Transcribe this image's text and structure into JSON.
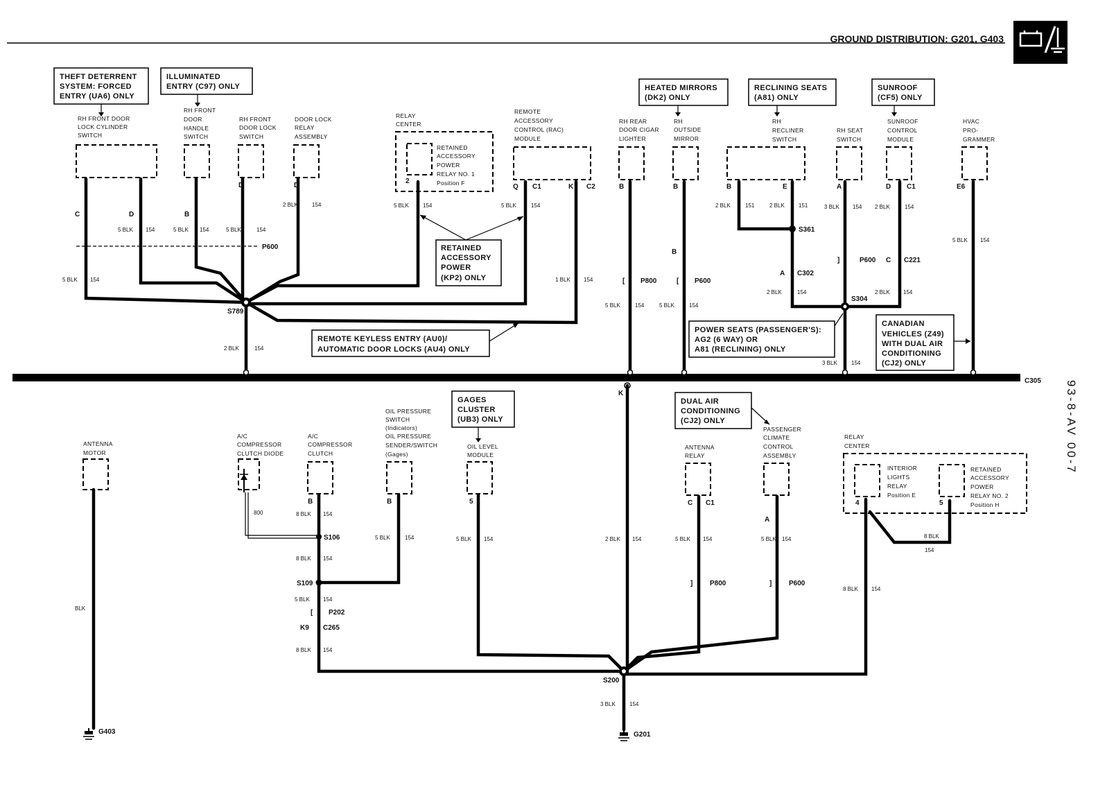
{
  "header": {
    "title": "GROUND DISTRIBUTION: G201, G403",
    "icon": "ground-symbol-icon"
  },
  "side_code": "93-8-AV 00-7",
  "connectors": {
    "c305": "C305",
    "s789": "S789",
    "s200": "S200",
    "s304": "S304",
    "s361": "S361",
    "c302": "C302",
    "c221": "C221",
    "c265": "C265",
    "s106": "S106",
    "s109": "S109",
    "p600_a": "P600",
    "p600_b": "P600",
    "p600_c": "P600",
    "p600_d": "P600",
    "p800_a": "P800",
    "p800_b": "P800",
    "p202": "P202",
    "g403": "G403",
    "g201": "G201"
  },
  "notes": {
    "theft": [
      "THEFT DETERRENT",
      "SYSTEM: FORCED",
      "ENTRY (UA6) ONLY"
    ],
    "illum": [
      "ILLUMINATED",
      "ENTRY (C97) ONLY"
    ],
    "mirrors": [
      "HEATED MIRRORS",
      "(DK2) ONLY"
    ],
    "reclining": [
      "RECLINING SEATS",
      "(A81) ONLY"
    ],
    "sunroof": [
      "SUNROOF",
      "(CF5) ONLY"
    ],
    "retained": [
      "RETAINED",
      "ACCESSORY",
      "POWER",
      "(KP2) ONLY"
    ],
    "keyless": [
      "REMOTE KEYLESS ENTRY (AU0)/",
      "AUTOMATIC DOOR LOCKS (AU4) ONLY"
    ],
    "powerseats": [
      "POWER SEATS (PASSENGER'S):",
      "AG2 (6 WAY) OR",
      "A81 (RECLINING) ONLY"
    ],
    "canadian": [
      "CANADIAN",
      "VEHICLES (Z49)",
      "WITH DUAL AIR",
      "CONDITIONING",
      "(CJ2) ONLY"
    ],
    "gages": [
      "GAGES",
      "CLUSTER",
      "(UB3) ONLY"
    ],
    "dualair": [
      "DUAL AIR",
      "CONDITIONING",
      "(CJ2) ONLY"
    ]
  },
  "components": {
    "lock_cyl": [
      "RH FRONT DOOR",
      "LOCK CYLINDER",
      "SWITCH"
    ],
    "handle": [
      "RH FRONT",
      "DOOR",
      "HANDLE",
      "SWITCH"
    ],
    "lock_sw": [
      "RH FRONT",
      "DOOR LOCK",
      "SWITCH"
    ],
    "lock_relay": [
      "DOOR LOCK",
      "RELAY",
      "ASSEMBLY"
    ],
    "relay_center_top": [
      "RELAY",
      "CENTER"
    ],
    "retained_relay1": [
      "RETAINED",
      "ACCESSORY",
      "POWER",
      "RELAY NO. 1",
      "Position F"
    ],
    "rac": [
      "REMOTE",
      "ACCESSORY",
      "CONTROL (RAC)",
      "MODULE"
    ],
    "cigar": [
      "RH REAR",
      "DOOR CIGAR",
      "LIGHTER"
    ],
    "mirror": [
      "RH",
      "OUTSIDE",
      "MIRROR"
    ],
    "recliner": [
      "RH",
      "RECLINER",
      "SWITCH"
    ],
    "seat_sw": [
      "RH SEAT",
      "SWITCH"
    ],
    "sunroof_mod": [
      "SUNROOF",
      "CONTROL",
      "MODULE"
    ],
    "hvac": [
      "HVAC",
      "PRO-",
      "GRAMMER"
    ],
    "antenna_motor": [
      "ANTENNA",
      "MOTOR"
    ],
    "ac_diode": [
      "A/C",
      "COMPRESSOR",
      "CLUTCH DIODE"
    ],
    "ac_clutch": [
      "A/C",
      "COMPRESSOR",
      "CLUTCH"
    ],
    "oil_pressure": [
      "OIL PRESSURE",
      "SWITCH",
      "(Indicators)",
      "OIL PRESSURE",
      "SENDER/SWITCH",
      "(Gages)"
    ],
    "oil_level": [
      "OIL LEVEL",
      "MODULE"
    ],
    "antenna_relay": [
      "ANTENNA",
      "RELAY"
    ],
    "climate": [
      "PASSENGER",
      "CLIMATE",
      "CONTROL",
      "ASSEMBLY"
    ],
    "relay_center_bot": [
      "RELAY",
      "CENTER"
    ],
    "interior": [
      "INTERIOR",
      "LIGHTS",
      "RELAY",
      "Position E"
    ],
    "retained_relay2": [
      "RETAINED",
      "ACCESSORY",
      "POWER",
      "RELAY NO. 2",
      "Position H"
    ]
  },
  "pins": {
    "lc_c": "C",
    "lc_d": "D",
    "h_b": "B",
    "ls_d": "D",
    "lr_d": "D",
    "rr_2": "2",
    "rac_q": "Q",
    "rac_c1": "C1",
    "rac_k": "K",
    "rac_c2": "C2",
    "cig_b": "B",
    "mir_b_top": "B",
    "mir_b": "B",
    "rec_b": "B",
    "rec_e": "E",
    "c302_a": "A",
    "seat_a": "A",
    "sun_d": "D",
    "sun_c1": "C1",
    "c221_c": "C",
    "hvac_e6": "E6",
    "c305_k": "K",
    "acc_b": "B",
    "op_b": "B",
    "ol_5": "5",
    "ar_c": "C",
    "ar_c1": "C1",
    "cl_a": "A",
    "int_4": "4",
    "ret_5": "5",
    "k9": "K9"
  },
  "wires": [
    "5 BLK",
    "154",
    "5 BLK",
    "154",
    "5 BLK",
    "154",
    "5 BLK",
    "154",
    "2 BLK",
    "154",
    "5 BLK",
    "154",
    "5 BLK",
    "154",
    "1 BLK",
    "154",
    "2 BLK",
    "154",
    "5 BLK",
    "154",
    "5 BLK",
    "154",
    "2 BLK",
    "151",
    "2 BLK",
    "151",
    "3 BLK",
    "154",
    "2 BLK",
    "154",
    "2 BLK",
    "154",
    "2 BLK",
    "154",
    "5 BLK",
    "154",
    "3 BLK",
    "154",
    "BLK",
    "8 BLK",
    "154",
    "8 BLK",
    "154",
    "5 BLK",
    "154",
    "5 BLK",
    "154",
    "8 BLK",
    "154",
    "5 BLK",
    "154",
    "2 BLK",
    "154",
    "5 BLK",
    "154",
    "5 BLK",
    "154",
    "8 BLK",
    "154",
    "8 BLK",
    "154",
    "3 BLK",
    "154",
    "800"
  ]
}
